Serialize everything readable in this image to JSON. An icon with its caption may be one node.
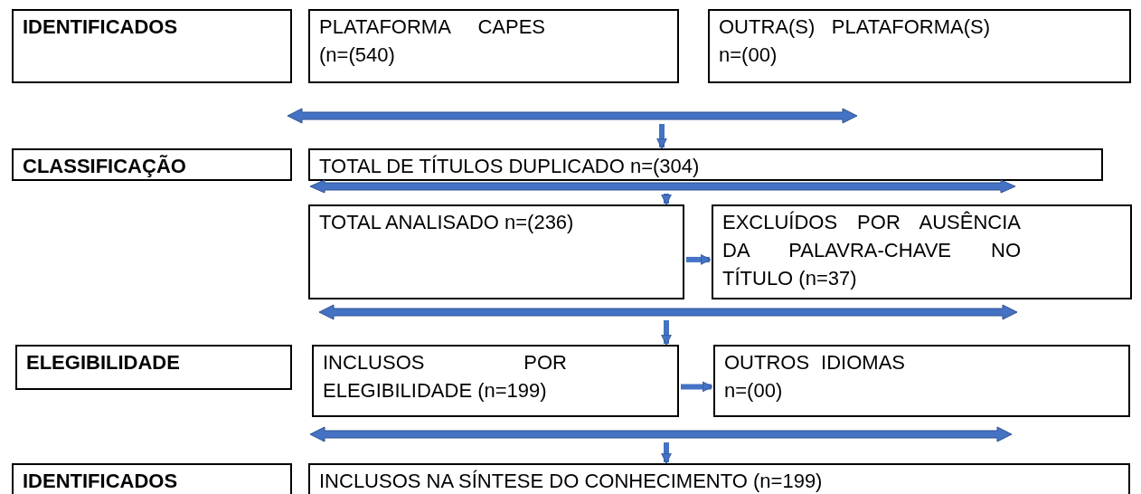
{
  "diagram": {
    "nodes": [
      {
        "text": [
          "IDENTIFICADOS"
        ]
      },
      {
        "text": [
          "PLATAFORMA CAPES (n=(540)"
        ]
      },
      {
        "text": [
          "OUTRA(S) PLATAFORMA(S) n=(00)"
        ]
      },
      {
        "text": [],
        "shape": "bar"
      },
      {
        "text": [
          "CLASSIFICAÇÃO"
        ]
      },
      {
        "text": [
          "TOTAL DE TÍTULOS DUPLICADO n=(304)"
        ]
      },
      {
        "text": [],
        "shape": "bar"
      },
      {
        "text": [
          "TOTAL ANALISADO n=(236)"
        ]
      },
      {
        "text": [
          "EXCLUÍDOS POR AUSÊNCIA DA PALAVRA-CHAVE NO TÍTULO (n=37)"
        ]
      },
      {
        "text": [],
        "shape": "bar"
      },
      {
        "text": [
          "ELEGIBILIDADE"
        ]
      },
      {
        "text": [
          "INCLUSOS POR ELEGIBILIDADE (n=199)"
        ]
      },
      {
        "text": [
          "OUTROS IDIOMAS n=(00)"
        ]
      },
      {
        "text": [],
        "shape": "bar"
      },
      {
        "text": [
          "IDENTIFICADOS"
        ]
      },
      {
        "text": [
          "INCLUSOS NA SÍNTESE DO CONHECIMENTO (n=199)"
        ]
      }
    ],
    "edges": [
      {
        "from": 3,
        "to": 5,
        "arrow": "to"
      },
      {
        "from": 6,
        "to": 7,
        "arrow": "to"
      },
      {
        "from": 7,
        "to": 8,
        "arrow": "to"
      },
      {
        "from": 9,
        "to": 11,
        "arrow": "to"
      },
      {
        "from": 11,
        "to": 12,
        "arrow": "to"
      },
      {
        "from": 13,
        "to": 15,
        "arrow": "to"
      }
    ]
  }
}
